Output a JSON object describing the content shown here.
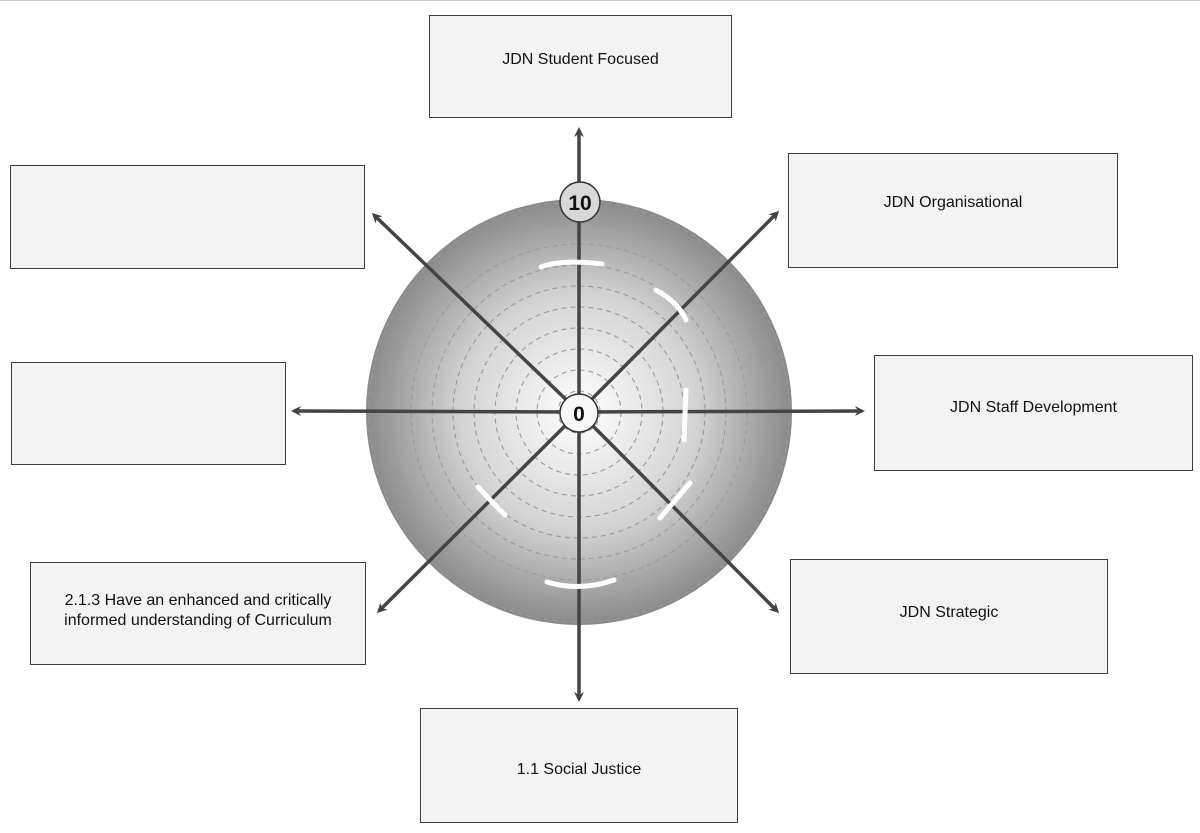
{
  "diagram": {
    "scale": {
      "min_label": "0",
      "max_label": "10",
      "rings": 10
    },
    "axes": {
      "top": "JDN Student Focused",
      "top_right": "JDN Organisational",
      "right": "JDN Staff Development",
      "bottom_right": "JDN Strategic",
      "bottom": "1.1 Social Justice",
      "bottom_left": "2.1.3 Have an enhanced and critically informed understanding of Curriculum",
      "left": "",
      "top_left": ""
    },
    "colors": {
      "axis_arrow": "#444444",
      "box_fill": "#f3f3f3",
      "box_border": "#3d3d3d",
      "sphere_light": "#ffffff",
      "sphere_dark": "#8a8a8a",
      "ring_dash": "#9a9a9a",
      "marker": "#ffffff"
    }
  }
}
